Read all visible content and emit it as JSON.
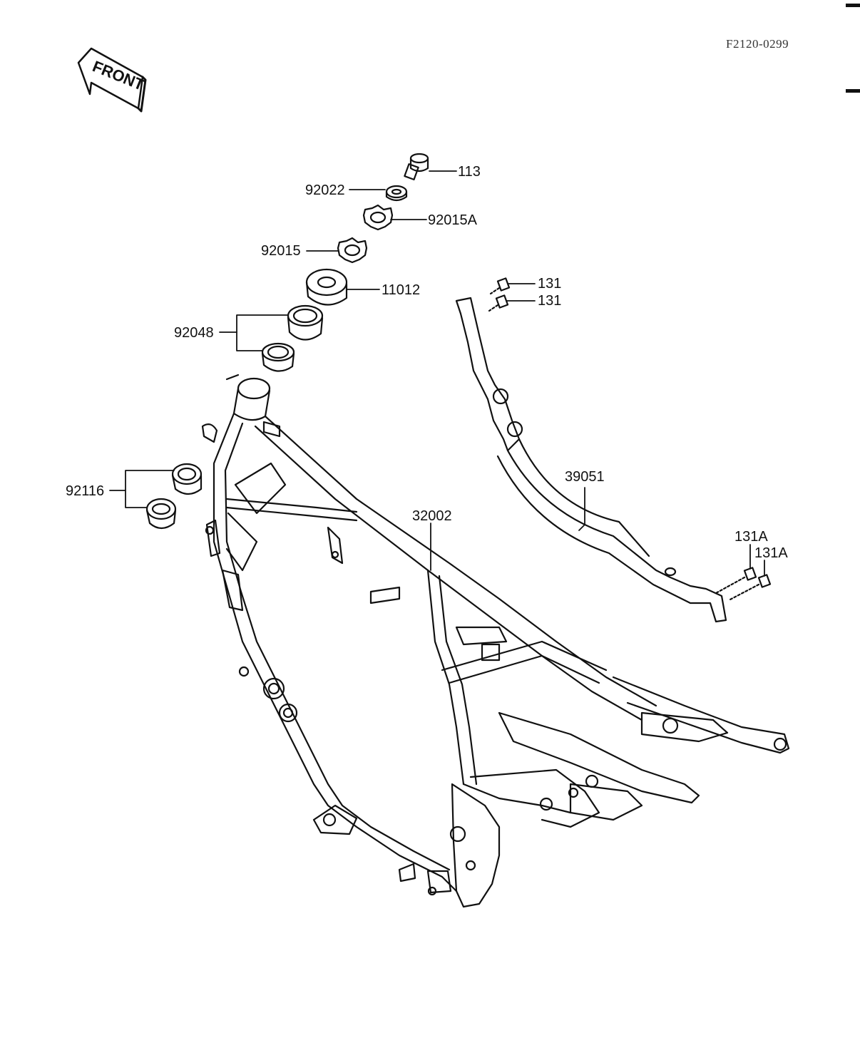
{
  "document_id": "F2120-0299",
  "front_arrow": {
    "text": "FRONT"
  },
  "callouts": {
    "c113": "113",
    "c92022": "92022",
    "c92015A": "92015A",
    "c92015": "92015",
    "c11012": "11012",
    "c92048": "92048",
    "c92116": "92116",
    "c131a": "131",
    "c131b": "131",
    "c39051": "39051",
    "c32002": "32002",
    "c131A_1": "131A",
    "c131A_2": "131A"
  }
}
